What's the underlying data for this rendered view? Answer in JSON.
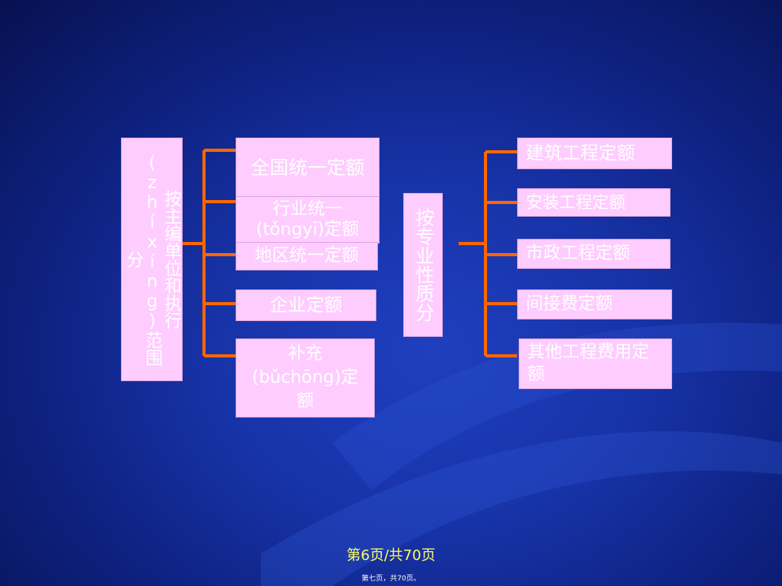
{
  "left_group": {
    "label": "按主编单位和执行(zhíxíng)范围分",
    "items": [
      "全国统一定额",
      "行业统一(tǒngyī)定额",
      "地区统一定额",
      "企业定额",
      "补充(bǔchōng)定额"
    ]
  },
  "right_group": {
    "label": "按专业性质分",
    "items": [
      "建筑工程定额",
      "安装工程定额",
      "市政工程定额",
      "间接费定额",
      "其他工程费用定额"
    ]
  },
  "footer": {
    "page_label": "第6页/共70页",
    "sub_label": "第七页，共70页。"
  },
  "colors": {
    "box_fill": "#ffccff",
    "connector": "#ff6600",
    "page_text": "#ffff66"
  }
}
